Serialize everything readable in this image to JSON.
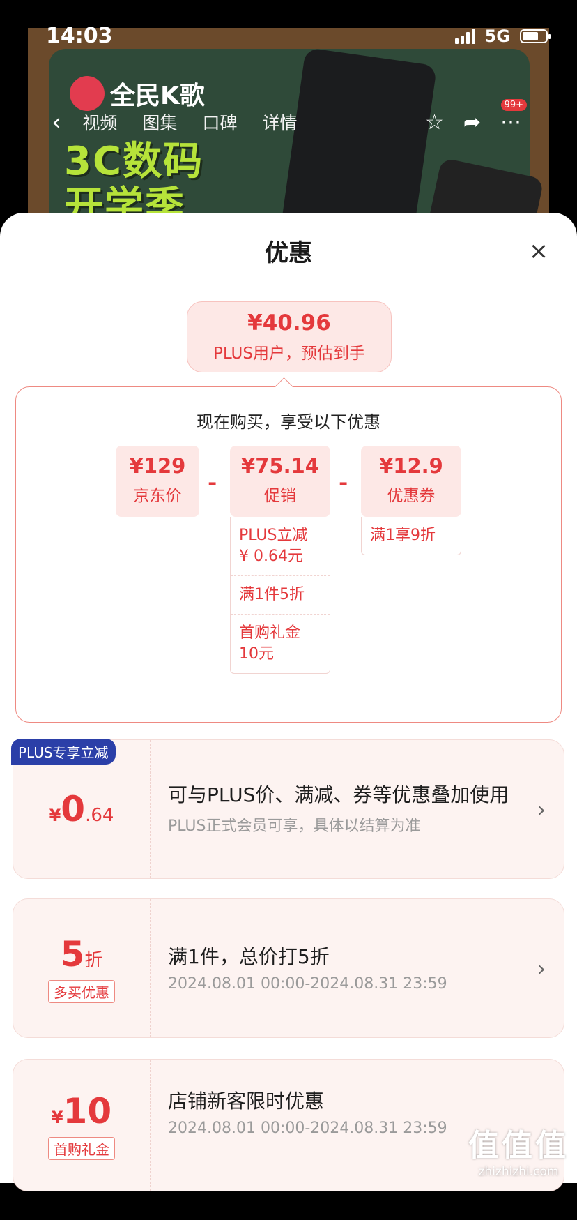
{
  "status_bar": {
    "time": "14:03",
    "network": "5G"
  },
  "background_page": {
    "brand": "全民K歌",
    "promo_line1": "3C数码",
    "promo_line2": "开学季",
    "nav_tabs": [
      "视频",
      "图集",
      "口碑",
      "详情"
    ],
    "badge": "99+"
  },
  "sheet": {
    "title": "优惠",
    "estimate": {
      "price": "¥40.96",
      "caption": "PLUS用户，预估到手"
    },
    "breakdown_title": "现在购买，享受以下优惠",
    "minus_sign": "-",
    "cards": [
      {
        "amount": "¥129",
        "label": "京东价"
      },
      {
        "amount": "¥75.14",
        "label": "促销",
        "details": [
          "PLUS立减\n¥ 0.64元",
          "满1件5折",
          "首购礼金\n10元"
        ]
      },
      {
        "amount": "¥12.9",
        "label": "优惠券",
        "details": [
          "满1享9折"
        ]
      }
    ]
  },
  "offers": [
    {
      "label": "PLUS专享立减",
      "currency": "¥",
      "amount_int": "0",
      "amount_dec": ".64",
      "title": "可与PLUS价、满减、券等优惠叠加使用",
      "subtitle": "PLUS正式会员可享，具体以结算为准"
    },
    {
      "amount_int": "5",
      "unit": "折",
      "tag": "多买优惠",
      "title": "满1件，总价打5折",
      "subtitle": "2024.08.01 00:00-2024.08.31 23:59"
    },
    {
      "currency": "¥",
      "amount_int": "10",
      "tag": "首购礼金",
      "title": "店铺新客限时优惠",
      "subtitle": "2024.08.01 00:00-2024.08.31 23:59"
    }
  ],
  "watermark": {
    "mark": "值值值",
    "url": "zhizhizhi.com"
  },
  "colors": {
    "accent": "#e4393c",
    "plus_badge": "#2b3fa8",
    "card_bg": "#fde8e6"
  }
}
